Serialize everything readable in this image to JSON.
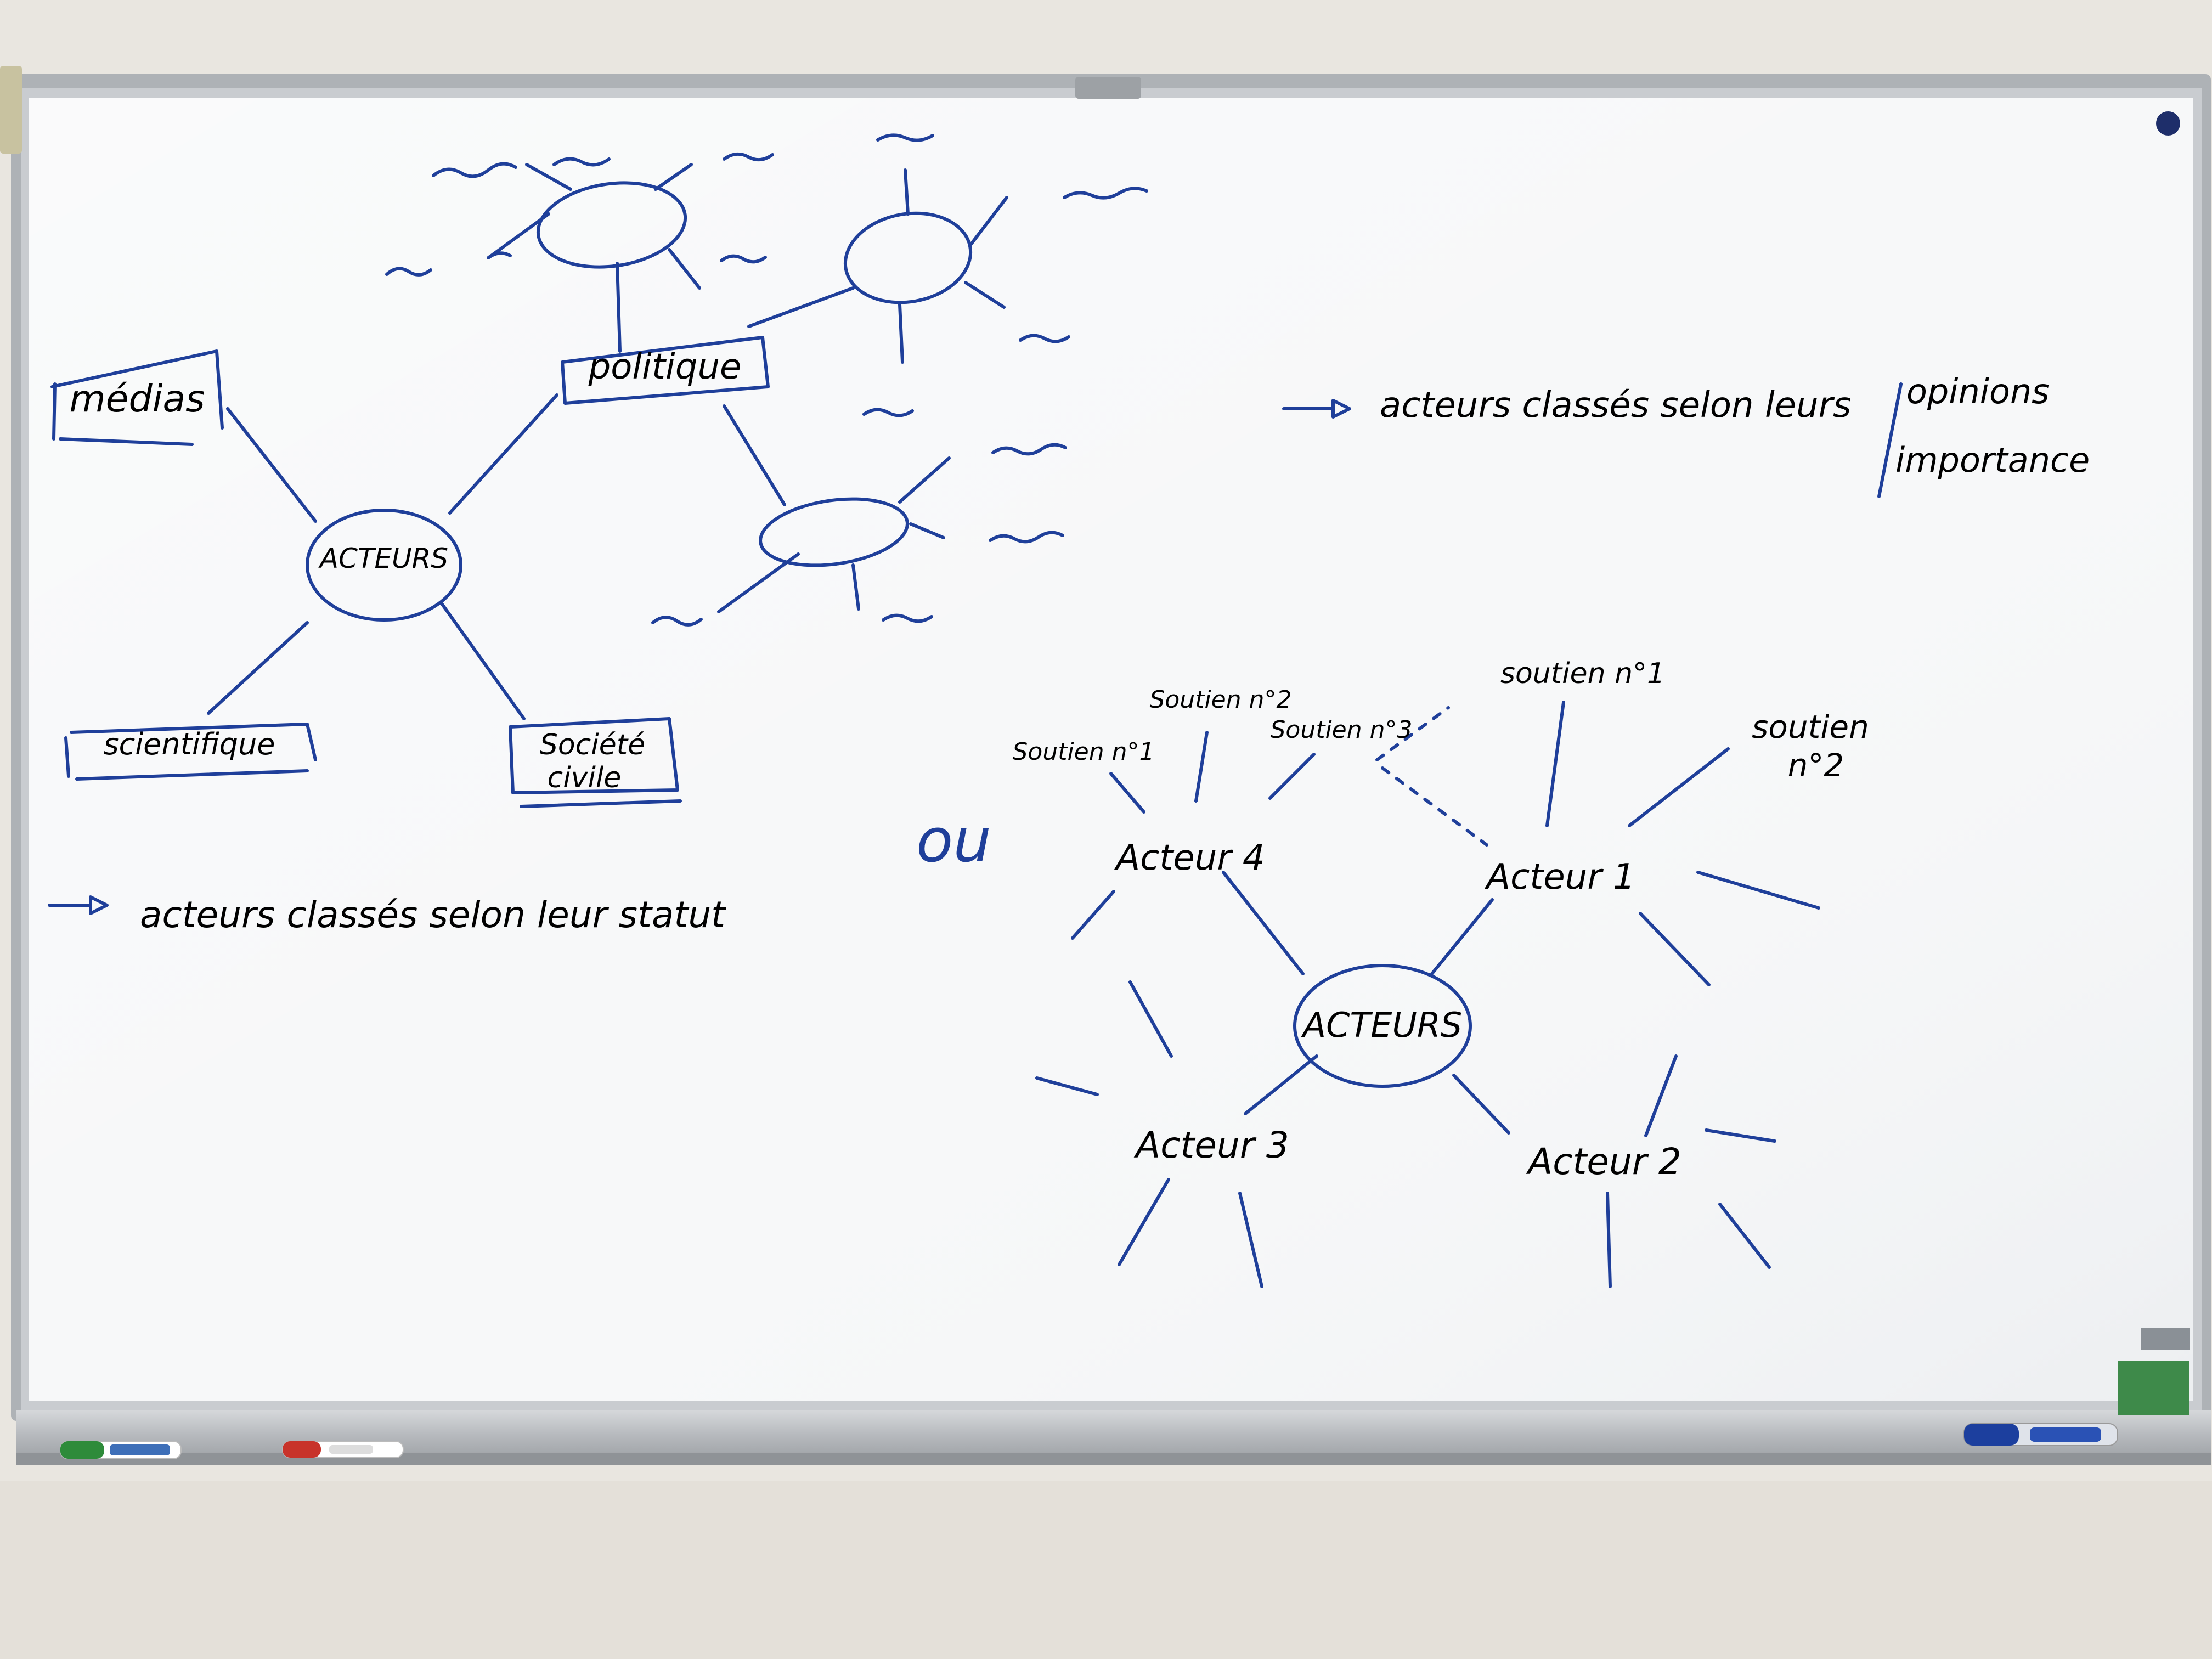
{
  "colors": {
    "ink": "#1f3f9a",
    "board": "#f6f7f8",
    "frame": "#b9bcc0",
    "wall": "#e8e5df"
  },
  "diagram1": {
    "center": "ACTEURS",
    "branches": {
      "medias": "médias",
      "politique": "politique",
      "scientifique": "scientifique",
      "societe_line1": "Société",
      "societe_line2": "civile"
    },
    "caption_arrow": "-▷",
    "caption": "acteurs classés selon leur statut"
  },
  "note_right": {
    "arrow": "-▷",
    "text": "acteurs classés selon leurs",
    "option1": "opinions",
    "option2": "importance"
  },
  "separator": "ou",
  "diagram2": {
    "center": "ACTEURS",
    "actors": {
      "a1": "Acteur 1",
      "a2": "Acteur 2",
      "a3": "Acteur 3",
      "a4": "Acteur 4"
    },
    "supports": {
      "a4_s1": "Soutien n°1",
      "a4_s2": "Soutien n°2",
      "a4_s3": "Soutien n°3",
      "a1_s1": "soutien n°1",
      "a1_s2_line1": "soutien",
      "a1_s2_line2": "n°2"
    }
  },
  "tray": {
    "markers": [
      {
        "name": "green-marker",
        "color": "#2e8b3a"
      },
      {
        "name": "red-marker",
        "color": "#c8332a"
      },
      {
        "name": "blue-marker",
        "color": "#1c3f9e"
      }
    ]
  }
}
